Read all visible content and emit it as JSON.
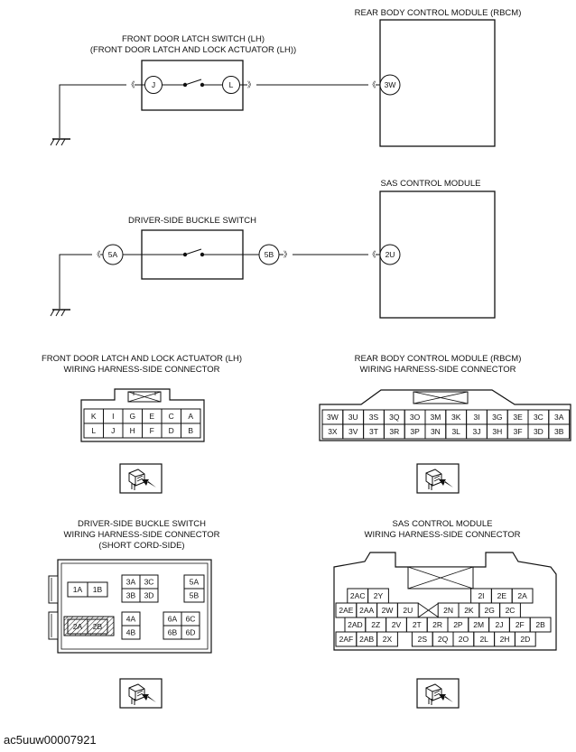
{
  "schematic": {
    "door_switch_label": [
      "FRONT DOOR LATCH SWITCH (LH)",
      "(FRONT DOOR LATCH AND LOCK ACTUATOR (LH))"
    ],
    "door_switch_left": "J",
    "door_switch_right": "L",
    "rbcm_label": "REAR BODY CONTROL MODULE (RBCM)",
    "rbcm_terminal": "3W",
    "buckle_label": "DRIVER-SIDE BUCKLE SWITCH",
    "buckle_left": "5A",
    "buckle_right": "5B",
    "sas_label": "SAS CONTROL MODULE",
    "sas_terminal": "2U"
  },
  "connectors": {
    "door": {
      "title": [
        "FRONT DOOR LATCH AND LOCK ACTUATOR (LH)",
        "WIRING HARNESS-SIDE CONNECTOR"
      ],
      "rows": [
        [
          "K",
          "I",
          "G",
          "E",
          "C",
          "A"
        ],
        [
          "L",
          "J",
          "H",
          "F",
          "D",
          "B"
        ]
      ]
    },
    "rbcm": {
      "title": [
        "REAR BODY CONTROL MODULE (RBCM)",
        "WIRING HARNESS-SIDE CONNECTOR"
      ],
      "rows": [
        [
          "3W",
          "3U",
          "3S",
          "3Q",
          "3O",
          "3M",
          "3K",
          "3I",
          "3G",
          "3E",
          "3C",
          "3A"
        ],
        [
          "3X",
          "3V",
          "3T",
          "3R",
          "3P",
          "3N",
          "3L",
          "3J",
          "3H",
          "3F",
          "3D",
          "3B"
        ]
      ]
    },
    "buckle": {
      "title": [
        "DRIVER-SIDE BUCKLE SWITCH",
        "WIRING HARNESS-SIDE CONNECTOR",
        "(SHORT CORD-SIDE)"
      ],
      "pins": [
        "1A",
        "1B",
        "3A",
        "3C",
        "5A",
        "3B",
        "3D",
        "5B",
        "2A",
        "2B",
        "4A",
        "6A",
        "6C",
        "4B",
        "6B",
        "6D"
      ]
    },
    "sas": {
      "title": [
        "SAS CONTROL MODULE",
        "WIRING HARNESS-SIDE CONNECTOR"
      ],
      "rows": [
        [
          "2AC",
          "2Y",
          "2I",
          "2E",
          "2A"
        ],
        [
          "2AE",
          "2AA",
          "2W",
          "2U",
          "2N",
          "2K",
          "2G",
          "2C"
        ],
        [
          "2AD",
          "2Z",
          "2V",
          "2T",
          "2R",
          "2P",
          "2M",
          "2J",
          "2F",
          "2B"
        ],
        [
          "2AF",
          "2AB",
          "2X",
          "2S",
          "2Q",
          "2O",
          "2L",
          "2H",
          "2D"
        ]
      ]
    }
  },
  "figure_id": "ac5uuw00007921"
}
